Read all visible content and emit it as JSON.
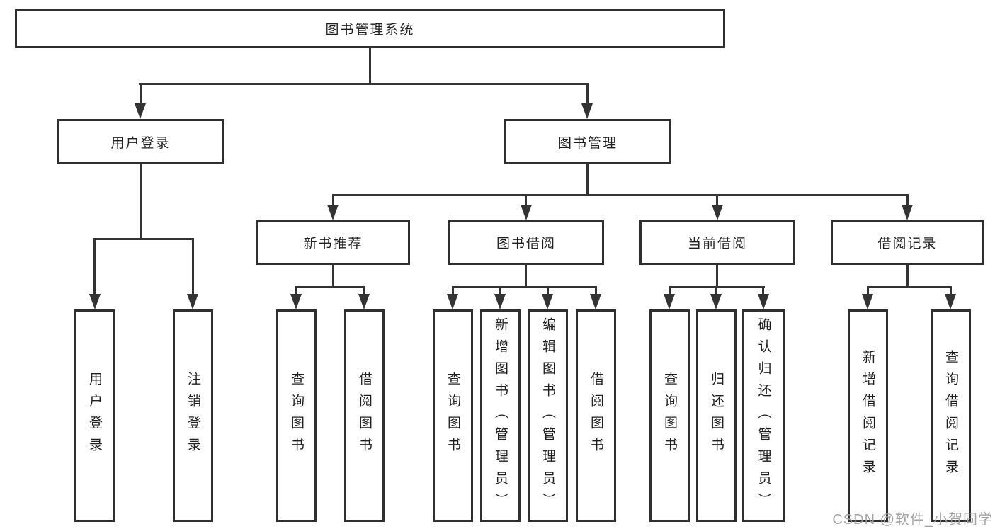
{
  "diagram": {
    "root": {
      "label": "图书管理系统"
    },
    "branches": {
      "login": {
        "label": "用户登录",
        "children": {
          "user_login": {
            "label": "用户登录"
          },
          "logout": {
            "label": "注销登录"
          }
        }
      },
      "mgmt": {
        "label": "图书管理",
        "children": {
          "newbook": {
            "label": "新书推荐",
            "children": {
              "query": {
                "label": "查询图书"
              },
              "borrow": {
                "label": "借阅图书"
              }
            }
          },
          "borrowing": {
            "label": "图书借阅",
            "children": {
              "query": {
                "label": "查询图书"
              },
              "add": {
                "label": "新增图书（管理员）"
              },
              "edit": {
                "label": "编辑图书（管理员）"
              },
              "borrow": {
                "label": "借阅图书"
              }
            }
          },
          "current": {
            "label": "当前借阅",
            "children": {
              "query": {
                "label": "查询图书"
              },
              "return": {
                "label": "归还图书"
              },
              "confirm": {
                "label": "确认归还（管理员）"
              }
            }
          },
          "records": {
            "label": "借阅记录",
            "children": {
              "add": {
                "label": "新增借阅记录"
              },
              "query": {
                "label": "查询借阅记录"
              }
            }
          }
        }
      }
    }
  },
  "watermark": {
    "text": "CSDN @软件_小贺同学"
  },
  "colors": {
    "line": "#333333",
    "box_border": "#2f2f2f",
    "text": "#1f1f1f",
    "watermark": "#9e9e9e",
    "background": "#ffffff"
  }
}
